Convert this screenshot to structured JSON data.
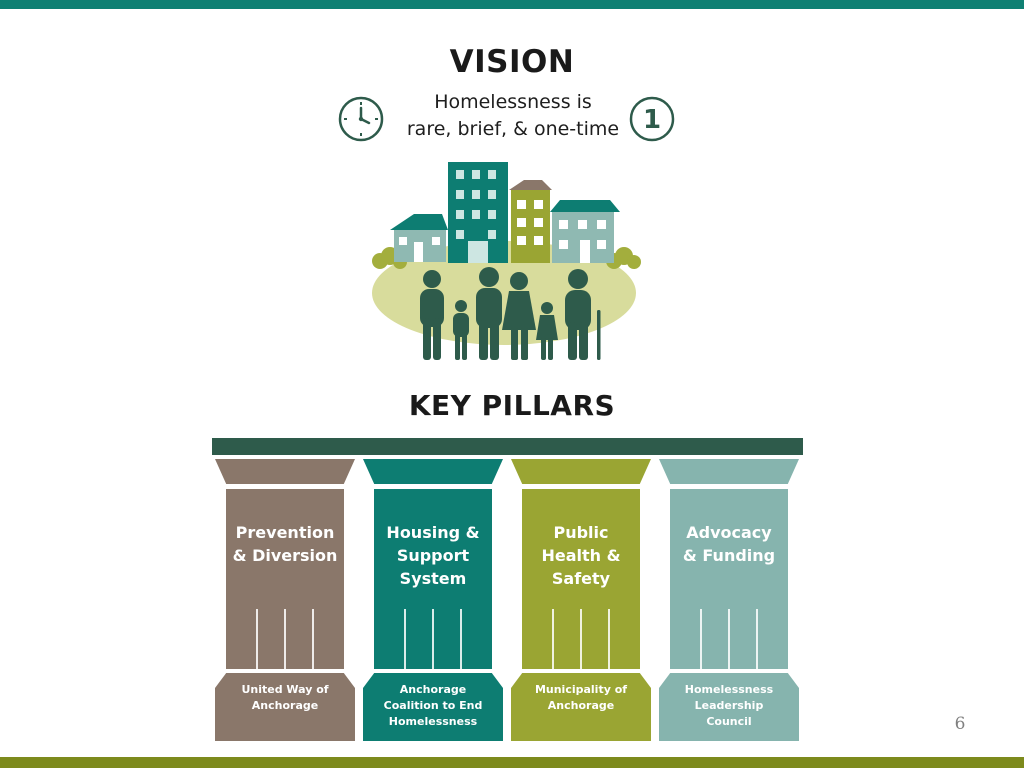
{
  "vision": {
    "title": "VISION",
    "line1": "Homelessness is",
    "line2": "rare, brief, & one-time",
    "badge": "1"
  },
  "key_pillars": {
    "title": "KEY PILLARS",
    "pillars": [
      {
        "label_lines": [
          "Prevention",
          "& Diversion"
        ],
        "base_lines": [
          "United Way of",
          "Anchorage"
        ]
      },
      {
        "label_lines": [
          "Housing &",
          "Support",
          "System"
        ],
        "base_lines": [
          "Anchorage",
          "Coalition to End",
          "Homelessness"
        ]
      },
      {
        "label_lines": [
          "Public",
          "Health &",
          "Safety"
        ],
        "base_lines": [
          "Municipality of",
          "Anchorage"
        ]
      },
      {
        "label_lines": [
          "Advocacy",
          "& Funding"
        ],
        "base_lines": [
          "Homelessness",
          "Leadership",
          "Council"
        ]
      }
    ]
  },
  "colors": {
    "top_bar": "#0f8073",
    "bottom_bar": "#7d8a1c",
    "beam": "#2e5b4b",
    "pillar_1": "#8a776a",
    "pillar_2": "#0d7d72",
    "pillar_3": "#9aa533",
    "pillar_4": "#86b4ae",
    "icon_green": "#2e5b4b"
  },
  "icons": {
    "clock": "clock-icon",
    "one": "number-one-badge-icon"
  },
  "page_number": "6"
}
